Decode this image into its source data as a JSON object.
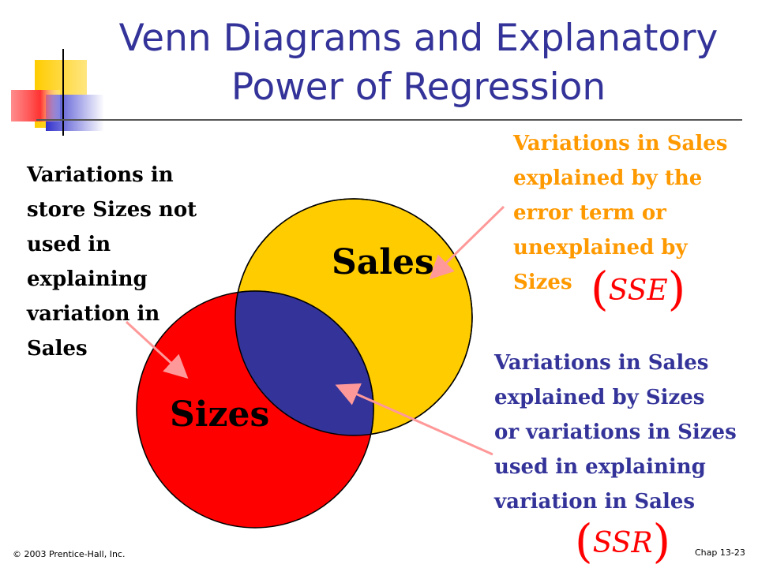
{
  "title": {
    "line1": "Venn Diagrams and Explanatory",
    "line2": "Power of Regression"
  },
  "circles": {
    "sales": "Sales",
    "sizes": "Sizes"
  },
  "left_annotation": {
    "lines": [
      "Variations in",
      "store Sizes not",
      "used in",
      "explaining",
      "variation in",
      "Sales"
    ]
  },
  "top_right_annotation": {
    "lines": [
      "Variations in Sales",
      "explained by the",
      "error term or",
      "unexplained by",
      "Sizes"
    ],
    "formula": "SSE"
  },
  "bottom_right_annotation": {
    "lines": [
      "Variations in Sales",
      "explained by Sizes",
      "or variations in Sizes",
      "used in explaining",
      "variation in Sales"
    ],
    "formula": "SSR"
  },
  "footer": {
    "copyright": "© 2003 Prentice-Hall, Inc.",
    "chapter": "Chap 13-23"
  },
  "colors": {
    "title": "#333399",
    "sales_circle": "#ffcc00",
    "sizes_circle": "#ff0000",
    "overlap": "#333399",
    "top_right_text": "#ff9900",
    "bottom_right_text": "#333399",
    "formula": "#ff0000",
    "arrow": "#ff9999"
  }
}
